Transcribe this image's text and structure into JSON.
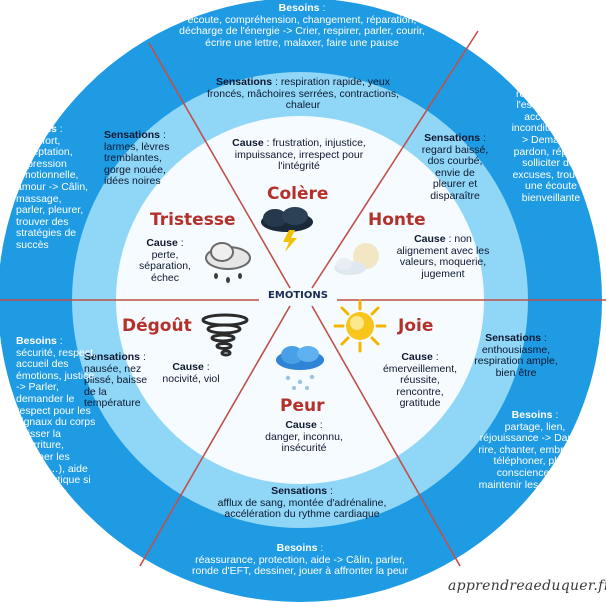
{
  "center_label": "EMOTIONS",
  "credit": "apprendreaeduquer.fr",
  "colors": {
    "outer_ring": "#1f9be3",
    "middle_ring": "#8fd6f7",
    "inner_disk": "#f5fbff",
    "divider": "#c0504a",
    "emotion_text": "#b4302a"
  },
  "emotions": {
    "colere": {
      "name": "Colère",
      "cause_label": "Cause",
      "cause": "frustration, injustice, impuissance, irrespect pour l'intégrité",
      "sensations_label": "Sensations",
      "sensations": "respiration rapide, yeux froncés, mâchoires serrées, contractions, chaleur",
      "besoins_label": "Besoins",
      "besoins": "écoute, compréhension, changement, réparation, décharge de l'énergie -> Crier, respirer, parler, courir, écrire une lettre, malaxer, faire une pause",
      "icon": "storm-cloud-icon"
    },
    "honte": {
      "name": "Honte",
      "cause_label": "Cause",
      "cause": "non alignement avec les valeurs, moquerie, jugement",
      "sensations_label": "Sensations",
      "sensations": "regard baissé, dos courbé, envie de pleurer et disparaître",
      "besoins_label": "Besoins",
      "besoins": "restauration de l'estime de soi, acceptation inconditionnelle -> Demander pardon, réparer, solliciter des excuses, trouver une écoute bienveillante",
      "icon": "moon-cloud-icon"
    },
    "joie": {
      "name": "Joie",
      "cause_label": "Cause",
      "cause": "émerveillement, réussite, rencontre, gratitude",
      "sensations_label": "Sensations",
      "sensations": "enthousiasme, respiration ample, bien être",
      "besoins_label": "Besoins",
      "besoins": "partage, lien, réjouissance -> Danser, rire, chanter, embrasser, téléphoner, pleine conscience pour maintenir les sensations",
      "icon": "sun-icon"
    },
    "peur": {
      "name": "Peur",
      "cause_label": "Cause",
      "cause": "danger, inconnu, insécurité",
      "sensations_label": "Sensations",
      "sensations": "afflux de sang, montée d'adrénaline, accélération du rythme cardiaque",
      "besoins_label": "Besoins",
      "besoins": "réassurance, protection, aide -> Câlin, parler, ronde d'EFT, dessiner, jouer à affronter la peur",
      "icon": "snow-cloud-icon"
    },
    "degout": {
      "name": "Dégoût",
      "cause_label": "Cause",
      "cause": "nocivité, viol",
      "sensations_label": "Sensations",
      "sensations": "nausée, nez plissé, baisse de la température",
      "besoins_label": "Besoins",
      "besoins": "sécurité, respect, accueil des émotions, justice -> Parler, demander le respect pour les signaux du corps (laisser la nourriture, éloigner les odeurs…), aide thérapeutique si nécessaire",
      "icon": "tornado-icon"
    },
    "tristesse": {
      "name": "Tristesse",
      "cause_label": "Cause",
      "cause": "perte, séparation, échec",
      "sensations_label": "Sensations",
      "sensations": "larmes, lèvres tremblantes, gorge nouée, idées noires",
      "besoins_label": "Besoins",
      "besoins": "réconfort, acceptation, expression émotionnelle, amour -> Câlin, massage, parler, pleurer, trouver des stratégies de succès",
      "icon": "rain-cloud-icon"
    }
  }
}
